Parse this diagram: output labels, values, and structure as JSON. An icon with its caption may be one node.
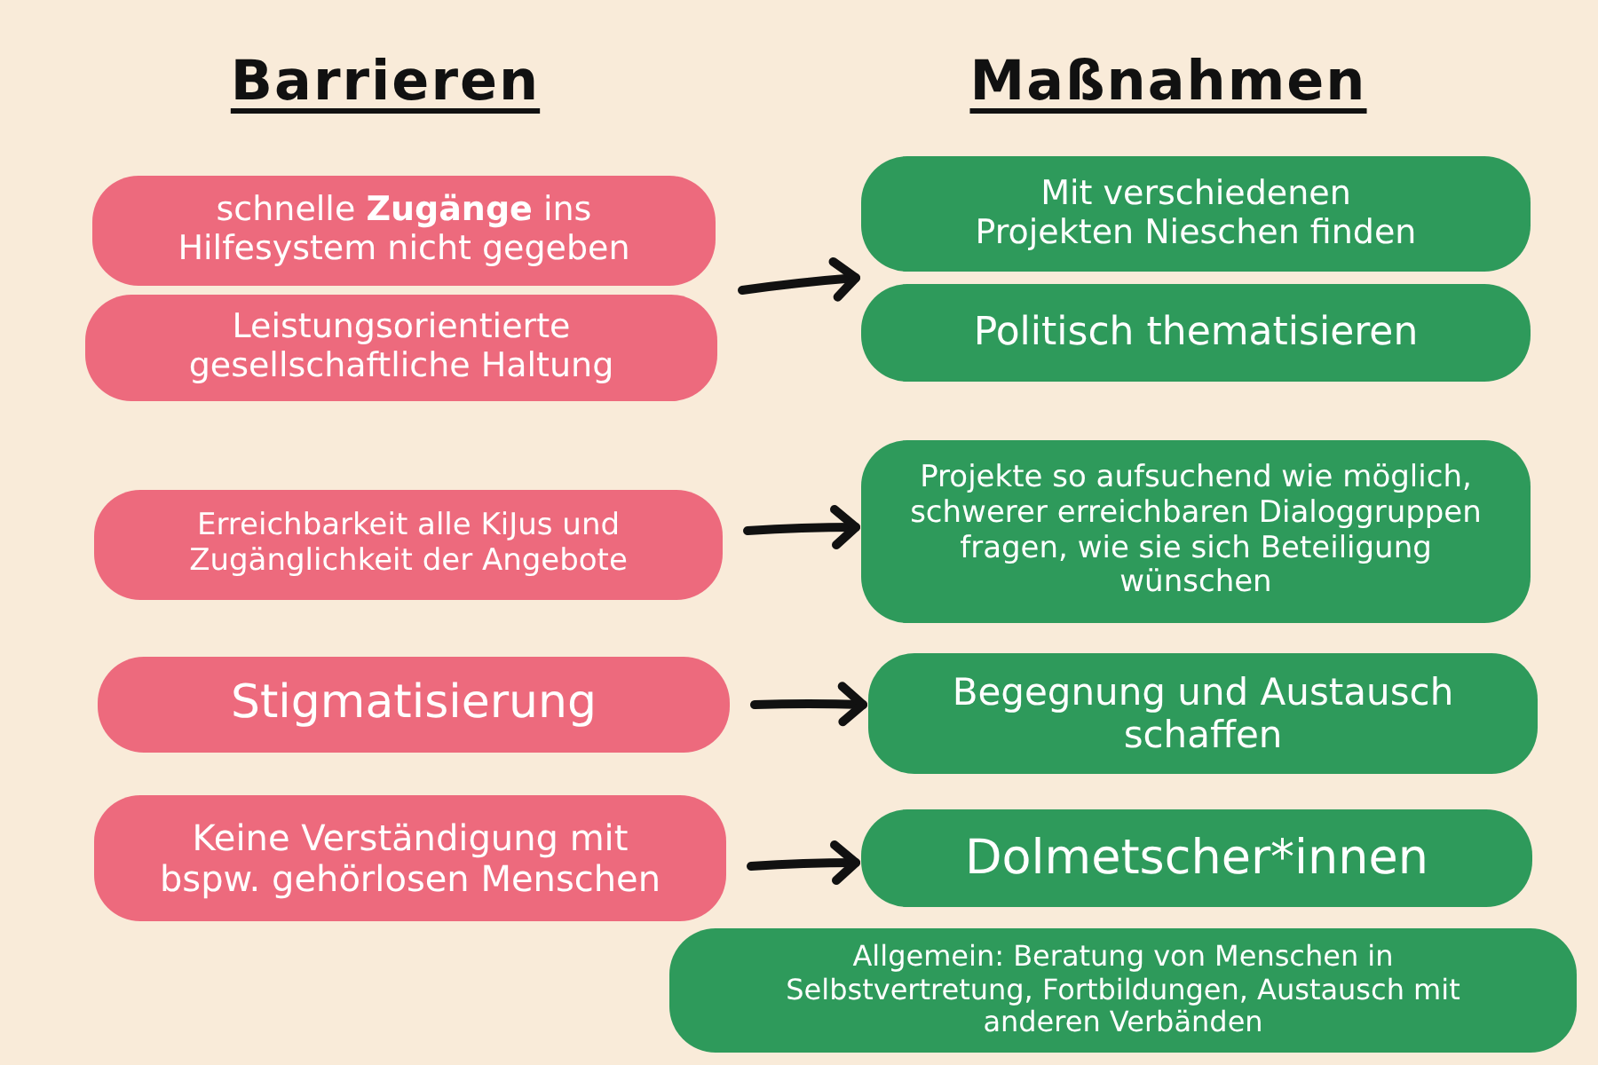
{
  "diagram": {
    "nodes": [
      {
        "text": [
          "schnelle **Zugänge** ins Hilfesystem nicht gegeben"
        ]
      },
      {
        "text": [
          "Leistungsorientierte gesellschaftliche Haltung"
        ]
      },
      {
        "text": [
          "Mit verschiedenen Projekten Nieschen finden"
        ]
      },
      {
        "text": [
          "Politisch thematisieren"
        ]
      },
      {
        "text": [
          "Erreichbarkeit alle KiJus und Zugänglichkeit der Angebote"
        ]
      },
      {
        "text": [
          "Projekte so aufsuchend wie möglich, schwerer erreichbaren Dialoggruppen fragen, wie sie sich Beteiligung wünschen"
        ]
      },
      {
        "text": [
          "Stigmatisierung"
        ]
      },
      {
        "text": [
          "Begegnung und Austausch schaffen"
        ]
      },
      {
        "text": [
          "Keine Verständigung mit bspw. gehörlosen Menschen"
        ]
      },
      {
        "text": [
          "Dolmetscher*innen"
        ]
      },
      {
        "text": [
          "Allgemein: Beratung von Menschen in Selbstvertretung, Fortbildungen, Austausch mit anderen Verbänden"
        ]
      }
    ],
    "edges": [
      {
        "from": 0,
        "to": 2,
        "arrow": "to"
      },
      {
        "from": 0,
        "to": 3,
        "arrow": "to"
      },
      {
        "from": 1,
        "to": 2,
        "arrow": "to"
      },
      {
        "from": 1,
        "to": 3,
        "arrow": "to"
      },
      {
        "from": 4,
        "to": 5,
        "arrow": "to"
      },
      {
        "from": 6,
        "to": 7,
        "arrow": "to"
      },
      {
        "from": 8,
        "to": 9,
        "arrow": "to"
      }
    ],
    "labels": [
      "Barrieren",
      "Maßnahmen"
    ]
  }
}
